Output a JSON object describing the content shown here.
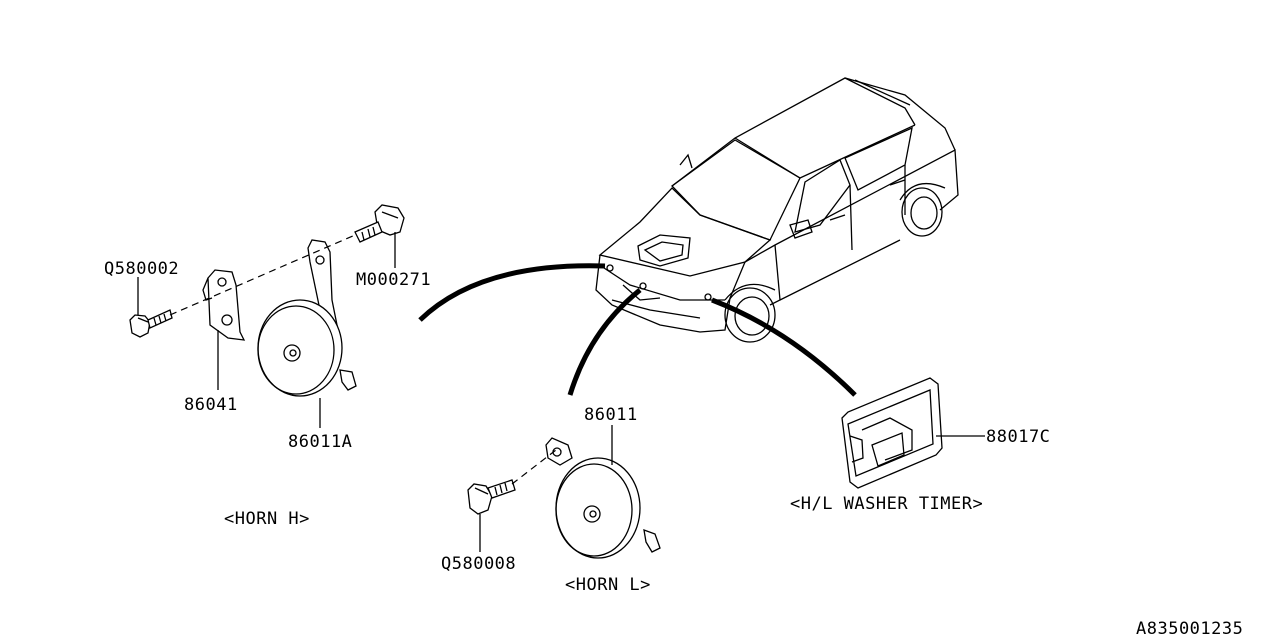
{
  "diagram": {
    "parts": {
      "bolt_h": "Q580002",
      "bracket_h": "86041",
      "horn_h": "86011A",
      "bolt_top": "M000271",
      "horn_l": "86011",
      "bolt_l": "Q580008",
      "washer_timer": "88017C"
    },
    "groups": {
      "horn_h": "<HORN H>",
      "horn_l": "<HORN L>",
      "washer_timer": "<H/L WASHER TIMER>"
    },
    "diagram_id": "A835001235"
  }
}
